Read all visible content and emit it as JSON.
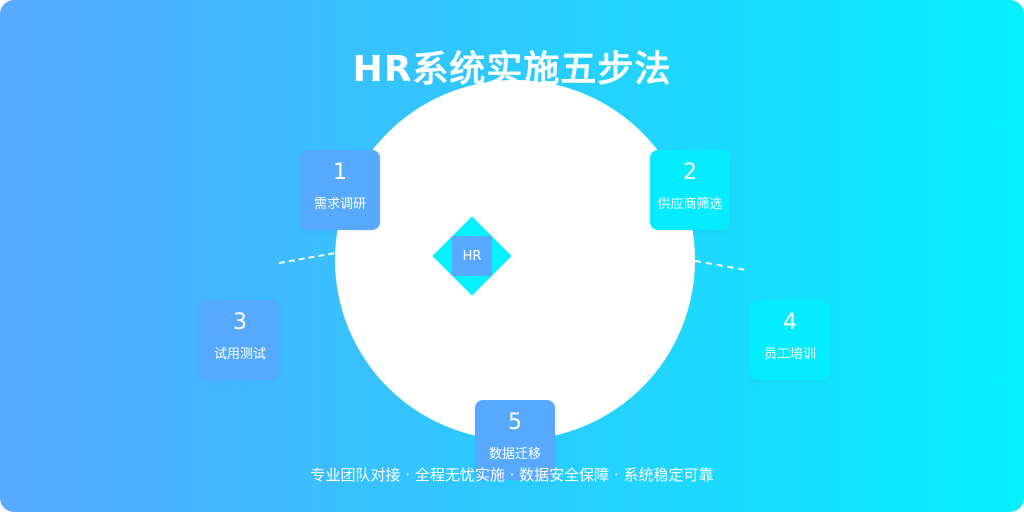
{
  "title": "HR系统实施五步法",
  "center": {
    "label": "HR"
  },
  "steps": [
    {
      "number": "1",
      "label": "需求调研"
    },
    {
      "number": "2",
      "label": "供应商筛选"
    },
    {
      "number": "3",
      "label": "试用测试"
    },
    {
      "number": "4",
      "label": "员工培训"
    },
    {
      "number": "5",
      "label": "数据迁移"
    }
  ],
  "footer": "专业团队对接 · 全程无忧实施 · 数据安全保障 · 系统稳定可靠",
  "colors": {
    "gradient_start": "#57a9ff",
    "gradient_end": "#04f0ff",
    "step_blue": "#57a9ff",
    "step_cyan": "#06ecff",
    "center_circle": "#ffffff"
  }
}
